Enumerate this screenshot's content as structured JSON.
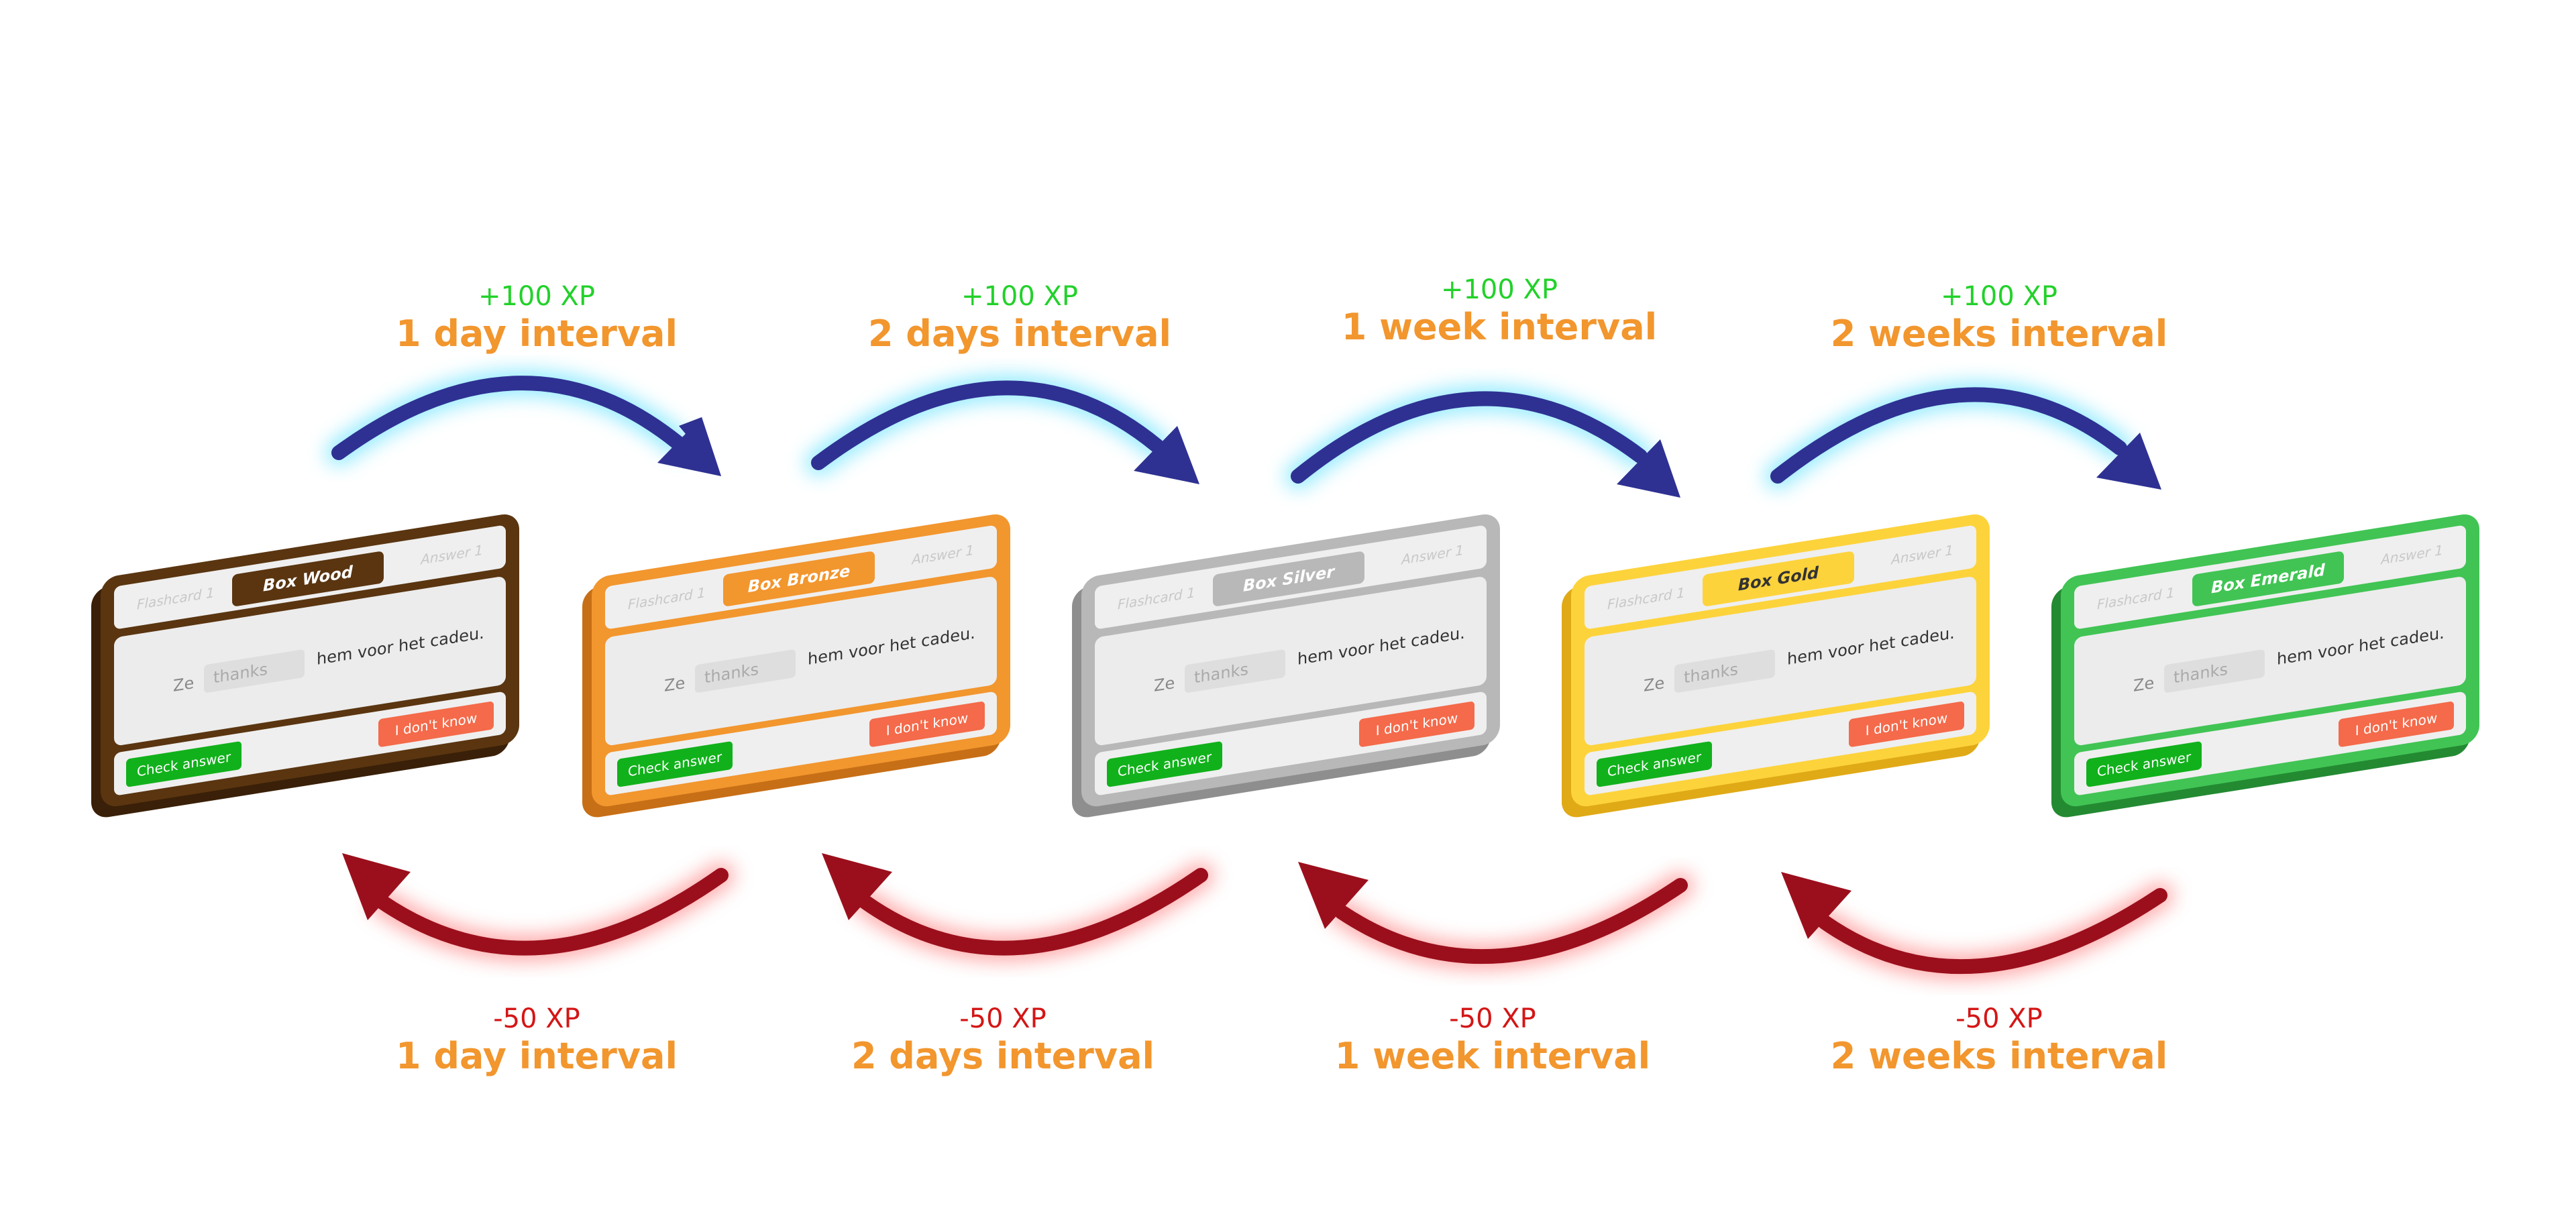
{
  "promote": [
    {
      "xp": "+100 XP",
      "interval": "1 day interval"
    },
    {
      "xp": "+100 XP",
      "interval": "2 days interval"
    },
    {
      "xp": "+100 XP",
      "interval": "1 week interval"
    },
    {
      "xp": "+100 XP",
      "interval": "2 weeks interval"
    }
  ],
  "demote": [
    {
      "xp": "-50 XP",
      "interval": "1 day interval"
    },
    {
      "xp": "-50 XP",
      "interval": "2 days interval"
    },
    {
      "xp": "-50 XP",
      "interval": "1 week interval"
    },
    {
      "xp": "-50 XP",
      "interval": "2 weeks interval"
    }
  ],
  "card": {
    "tab_left": "Flashcard 1",
    "tab_right": "Answer 1",
    "word_before": "Ze",
    "blank": "thanks",
    "sentence_rest": "hem voor het cadeu.",
    "check_label": "Check answer",
    "idk_label": "I don't know"
  },
  "boxes": [
    {
      "name": "Box Wood",
      "color": "#5a3510",
      "shade": "#3a2008"
    },
    {
      "name": "Box Bronze",
      "color": "#f2962e",
      "shade": "#c76f16"
    },
    {
      "name": "Box Silver",
      "color": "#b8b8b8",
      "shade": "#8e8e8e"
    },
    {
      "name": "Box Gold",
      "color": "#fdd33c",
      "shade": "#e0aa17"
    },
    {
      "name": "Box Emerald",
      "color": "#41c454",
      "shade": "#238a32"
    }
  ],
  "colors": {
    "promote_arrow": "#2e3192",
    "promote_glow": "#7fe7ff",
    "demote_arrow": "#9b0f1c",
    "demote_glow": "#ff8a8a"
  }
}
